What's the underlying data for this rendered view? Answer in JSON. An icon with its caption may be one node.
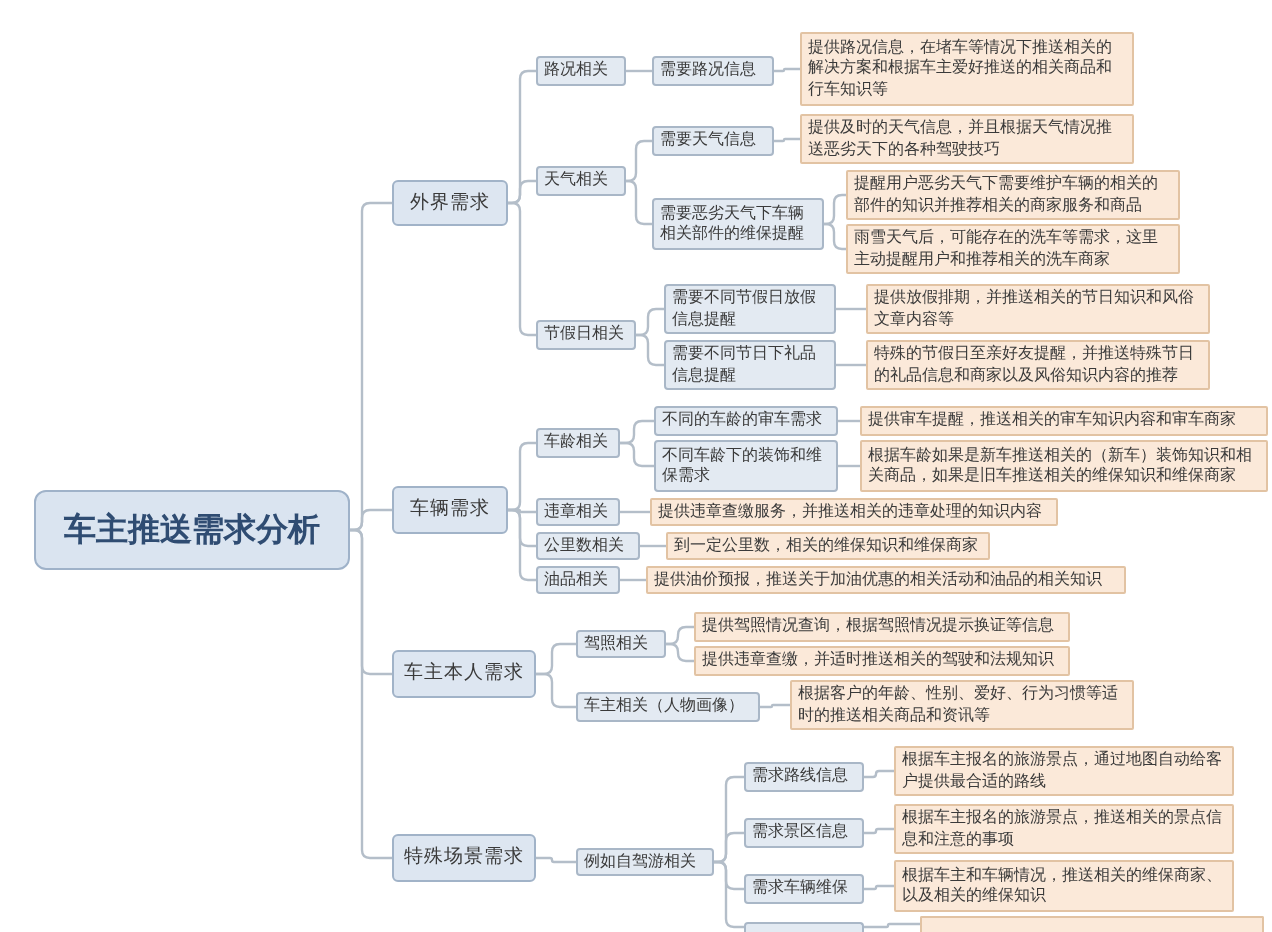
{
  "diagram": {
    "nodes": [
      {
        "text": [
          "车主推送需求分析"
        ]
      },
      {
        "text": [
          "外界需求"
        ]
      },
      {
        "text": [
          "路况相关"
        ]
      },
      {
        "text": [
          "需要路况信息"
        ]
      },
      {
        "text": [
          "提供路况信息，在堵车等情况下推送相关的解决方案和根据车主爱好推送的相关商品和行车知识等"
        ]
      },
      {
        "text": [
          "天气相关"
        ]
      },
      {
        "text": [
          "需要天气信息"
        ]
      },
      {
        "text": [
          "提供及时的天气信息，并且根据天气情况推送恶劣天下的各种驾驶技巧"
        ]
      },
      {
        "text": [
          "需要恶劣天气下车辆相关部件的维保提醒"
        ]
      },
      {
        "text": [
          "提醒用户恶劣天气下需要维护车辆的相关的部件的知识并推荐相关的商家服务和商品"
        ]
      },
      {
        "text": [
          "雨雪天气后，可能存在的洗车等需求，这里主动提醒用户和推荐相关的洗车商家"
        ]
      },
      {
        "text": [
          "节假日相关"
        ]
      },
      {
        "text": [
          "需要不同节假日放假信息提醒"
        ]
      },
      {
        "text": [
          "提供放假排期，并推送相关的节日知识和风俗文章内容等"
        ]
      },
      {
        "text": [
          "需要不同节日下礼品信息提醒"
        ]
      },
      {
        "text": [
          "特殊的节假日至亲好友提醒，并推送特殊节日的礼品信息和商家以及风俗知识内容的推荐"
        ]
      },
      {
        "text": [
          "车辆需求"
        ]
      },
      {
        "text": [
          "车龄相关"
        ]
      },
      {
        "text": [
          "不同的车龄的审车需求"
        ]
      },
      {
        "text": [
          "提供审车提醒，推送相关的审车知识内容和审车商家"
        ]
      },
      {
        "text": [
          "不同车龄下的装饰和维保需求"
        ]
      },
      {
        "text": [
          "根据车龄如果是新车推送相关的（新车）装饰知识和相关商品，如果是旧车推送相关的维保知识和维保商家"
        ]
      },
      {
        "text": [
          "违章相关"
        ]
      },
      {
        "text": [
          "提供违章查缴服务，并推送相关的违章处理的知识内容"
        ]
      },
      {
        "text": [
          "公里数相关"
        ]
      },
      {
        "text": [
          "到一定公里数，相关的维保知识和维保商家"
        ]
      },
      {
        "text": [
          "油品相关"
        ]
      },
      {
        "text": [
          "提供油价预报，推送关于加油优惠的相关活动和油品的相关知识"
        ]
      },
      {
        "text": [
          "车主本人需求"
        ]
      },
      {
        "text": [
          "驾照相关"
        ]
      },
      {
        "text": [
          "提供驾照情况查询，根据驾照情况提示换证等信息"
        ]
      },
      {
        "text": [
          "提供违章查缴，并适时推送相关的驾驶和法规知识"
        ]
      },
      {
        "text": [
          "车主相关（人物画像）"
        ]
      },
      {
        "text": [
          "根据客户的年龄、性别、爱好、行为习惯等适时的推送相关商品和资讯等"
        ]
      },
      {
        "text": [
          "特殊场景需求"
        ]
      },
      {
        "text": [
          "例如自驾游相关"
        ]
      },
      {
        "text": [
          "需求路线信息"
        ]
      },
      {
        "text": [
          "根据车主报名的旅游景点，通过地图自动给客户提供最合适的路线"
        ]
      },
      {
        "text": [
          "需求景区信息"
        ]
      },
      {
        "text": [
          "根据车主报名的旅游景点，推送相关的景点信息和注意的事项"
        ]
      },
      {
        "text": [
          "需求车辆维保"
        ]
      },
      {
        "text": [
          "根据车主和车辆情况，推送相关的维保商家、以及相关的维保知识"
        ]
      },
      {
        "text": [],
        "shape": "box"
      },
      {
        "text": [],
        "shape": "box"
      }
    ],
    "edges": [
      {
        "from": 0,
        "to": 1,
        "arrow": "none"
      },
      {
        "from": 0,
        "to": 16,
        "arrow": "none"
      },
      {
        "from": 0,
        "to": 28,
        "arrow": "none"
      },
      {
        "from": 0,
        "to": 34,
        "arrow": "none"
      },
      {
        "from": 1,
        "to": 2,
        "arrow": "none"
      },
      {
        "from": 2,
        "to": 3,
        "arrow": "none"
      },
      {
        "from": 3,
        "to": 4,
        "arrow": "none"
      },
      {
        "from": 1,
        "to": 5,
        "arrow": "none"
      },
      {
        "from": 5,
        "to": 6,
        "arrow": "none"
      },
      {
        "from": 6,
        "to": 7,
        "arrow": "none"
      },
      {
        "from": 5,
        "to": 8,
        "arrow": "none"
      },
      {
        "from": 8,
        "to": 9,
        "arrow": "none"
      },
      {
        "from": 8,
        "to": 10,
        "arrow": "none"
      },
      {
        "from": 1,
        "to": 11,
        "arrow": "none"
      },
      {
        "from": 11,
        "to": 12,
        "arrow": "none"
      },
      {
        "from": 12,
        "to": 13,
        "arrow": "none"
      },
      {
        "from": 11,
        "to": 14,
        "arrow": "none"
      },
      {
        "from": 14,
        "to": 15,
        "arrow": "none"
      },
      {
        "from": 16,
        "to": 17,
        "arrow": "none"
      },
      {
        "from": 17,
        "to": 18,
        "arrow": "none"
      },
      {
        "from": 18,
        "to": 19,
        "arrow": "none"
      },
      {
        "from": 17,
        "to": 20,
        "arrow": "none"
      },
      {
        "from": 20,
        "to": 21,
        "arrow": "none"
      },
      {
        "from": 16,
        "to": 22,
        "arrow": "none"
      },
      {
        "from": 22,
        "to": 23,
        "arrow": "none"
      },
      {
        "from": 16,
        "to": 24,
        "arrow": "none"
      },
      {
        "from": 24,
        "to": 25,
        "arrow": "none"
      },
      {
        "from": 16,
        "to": 26,
        "arrow": "none"
      },
      {
        "from": 26,
        "to": 27,
        "arrow": "none"
      },
      {
        "from": 28,
        "to": 29,
        "arrow": "none"
      },
      {
        "from": 29,
        "to": 30,
        "arrow": "none"
      },
      {
        "from": 29,
        "to": 31,
        "arrow": "none"
      },
      {
        "from": 28,
        "to": 32,
        "arrow": "none"
      },
      {
        "from": 32,
        "to": 33,
        "arrow": "none"
      },
      {
        "from": 34,
        "to": 35,
        "arrow": "none"
      },
      {
        "from": 35,
        "to": 36,
        "arrow": "none"
      },
      {
        "from": 36,
        "to": 37,
        "arrow": "none"
      },
      {
        "from": 35,
        "to": 38,
        "arrow": "none"
      },
      {
        "from": 38,
        "to": 39,
        "arrow": "none"
      },
      {
        "from": 35,
        "to": 40,
        "arrow": "none"
      },
      {
        "from": 40,
        "to": 41,
        "arrow": "none"
      },
      {
        "from": 35,
        "to": 42,
        "arrow": "none"
      },
      {
        "from": 42,
        "to": 43,
        "arrow": "none"
      }
    ]
  }
}
